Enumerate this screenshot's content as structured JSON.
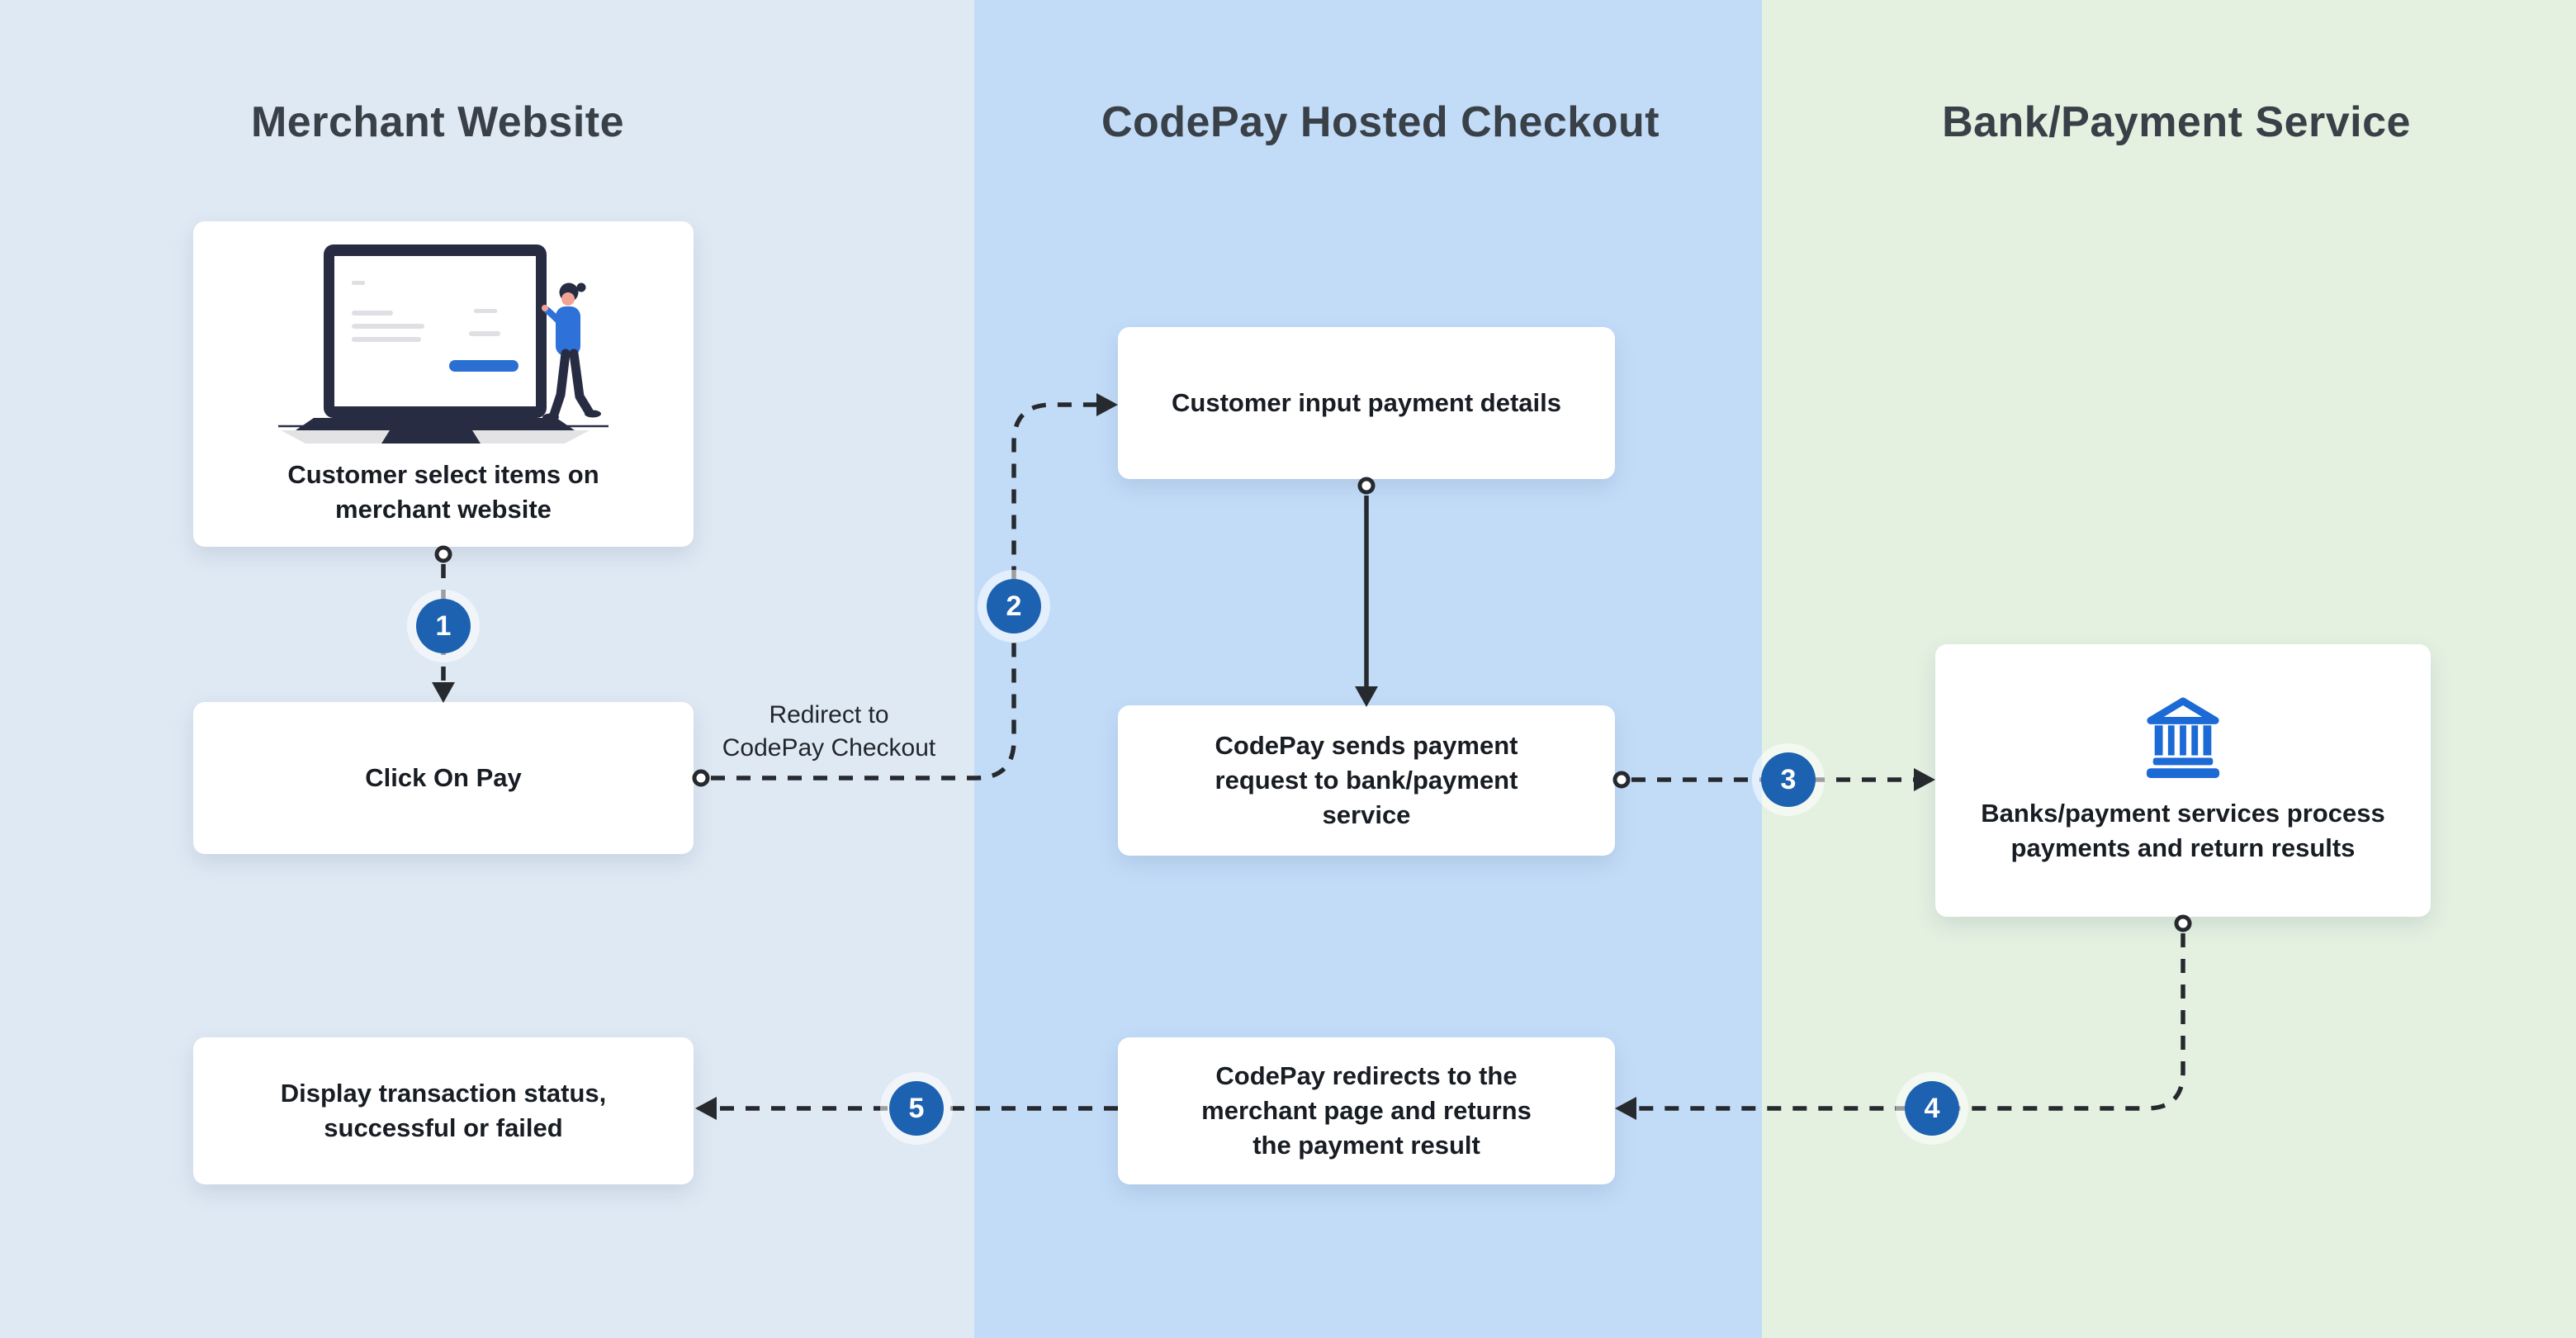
{
  "diagram": {
    "lanes": [
      {
        "title": "Merchant Website"
      },
      {
        "title": "CodePay Hosted Checkout"
      },
      {
        "title": "Bank/Payment Service"
      }
    ],
    "nodes": [
      {
        "label": "Customer select items on\nmerchant website"
      },
      {
        "label": "Click On Pay"
      },
      {
        "label": "Customer input payment details"
      },
      {
        "label": "CodePay sends payment\nrequest to bank/payment\nservice"
      },
      {
        "label": "Banks/payment services process\npayments and return results"
      },
      {
        "label": "Display transaction status,\nsuccessful or failed"
      },
      {
        "label": "CodePay redirects to the\nmerchant page and returns\nthe payment result"
      }
    ],
    "edge_label": "Redirect to\nCodePay Checkout",
    "steps": [
      "1",
      "2",
      "3",
      "4",
      "5"
    ],
    "icons": {
      "illustration": "laptop-with-person-illustration",
      "bank": "bank-building-icon"
    },
    "colors": {
      "lane_merchant_bg": "#dfe9f4",
      "lane_codepay_bg": "#c2dcf8",
      "lane_bank_bg": "#e4f1e1",
      "step_badge_blue": "#1d62b0",
      "bank_icon_blue": "#1b6ad5",
      "illustration_accent_blue": "#2b6fd3",
      "connector_dark": "#26292e",
      "title_grey": "#3a4047"
    }
  }
}
